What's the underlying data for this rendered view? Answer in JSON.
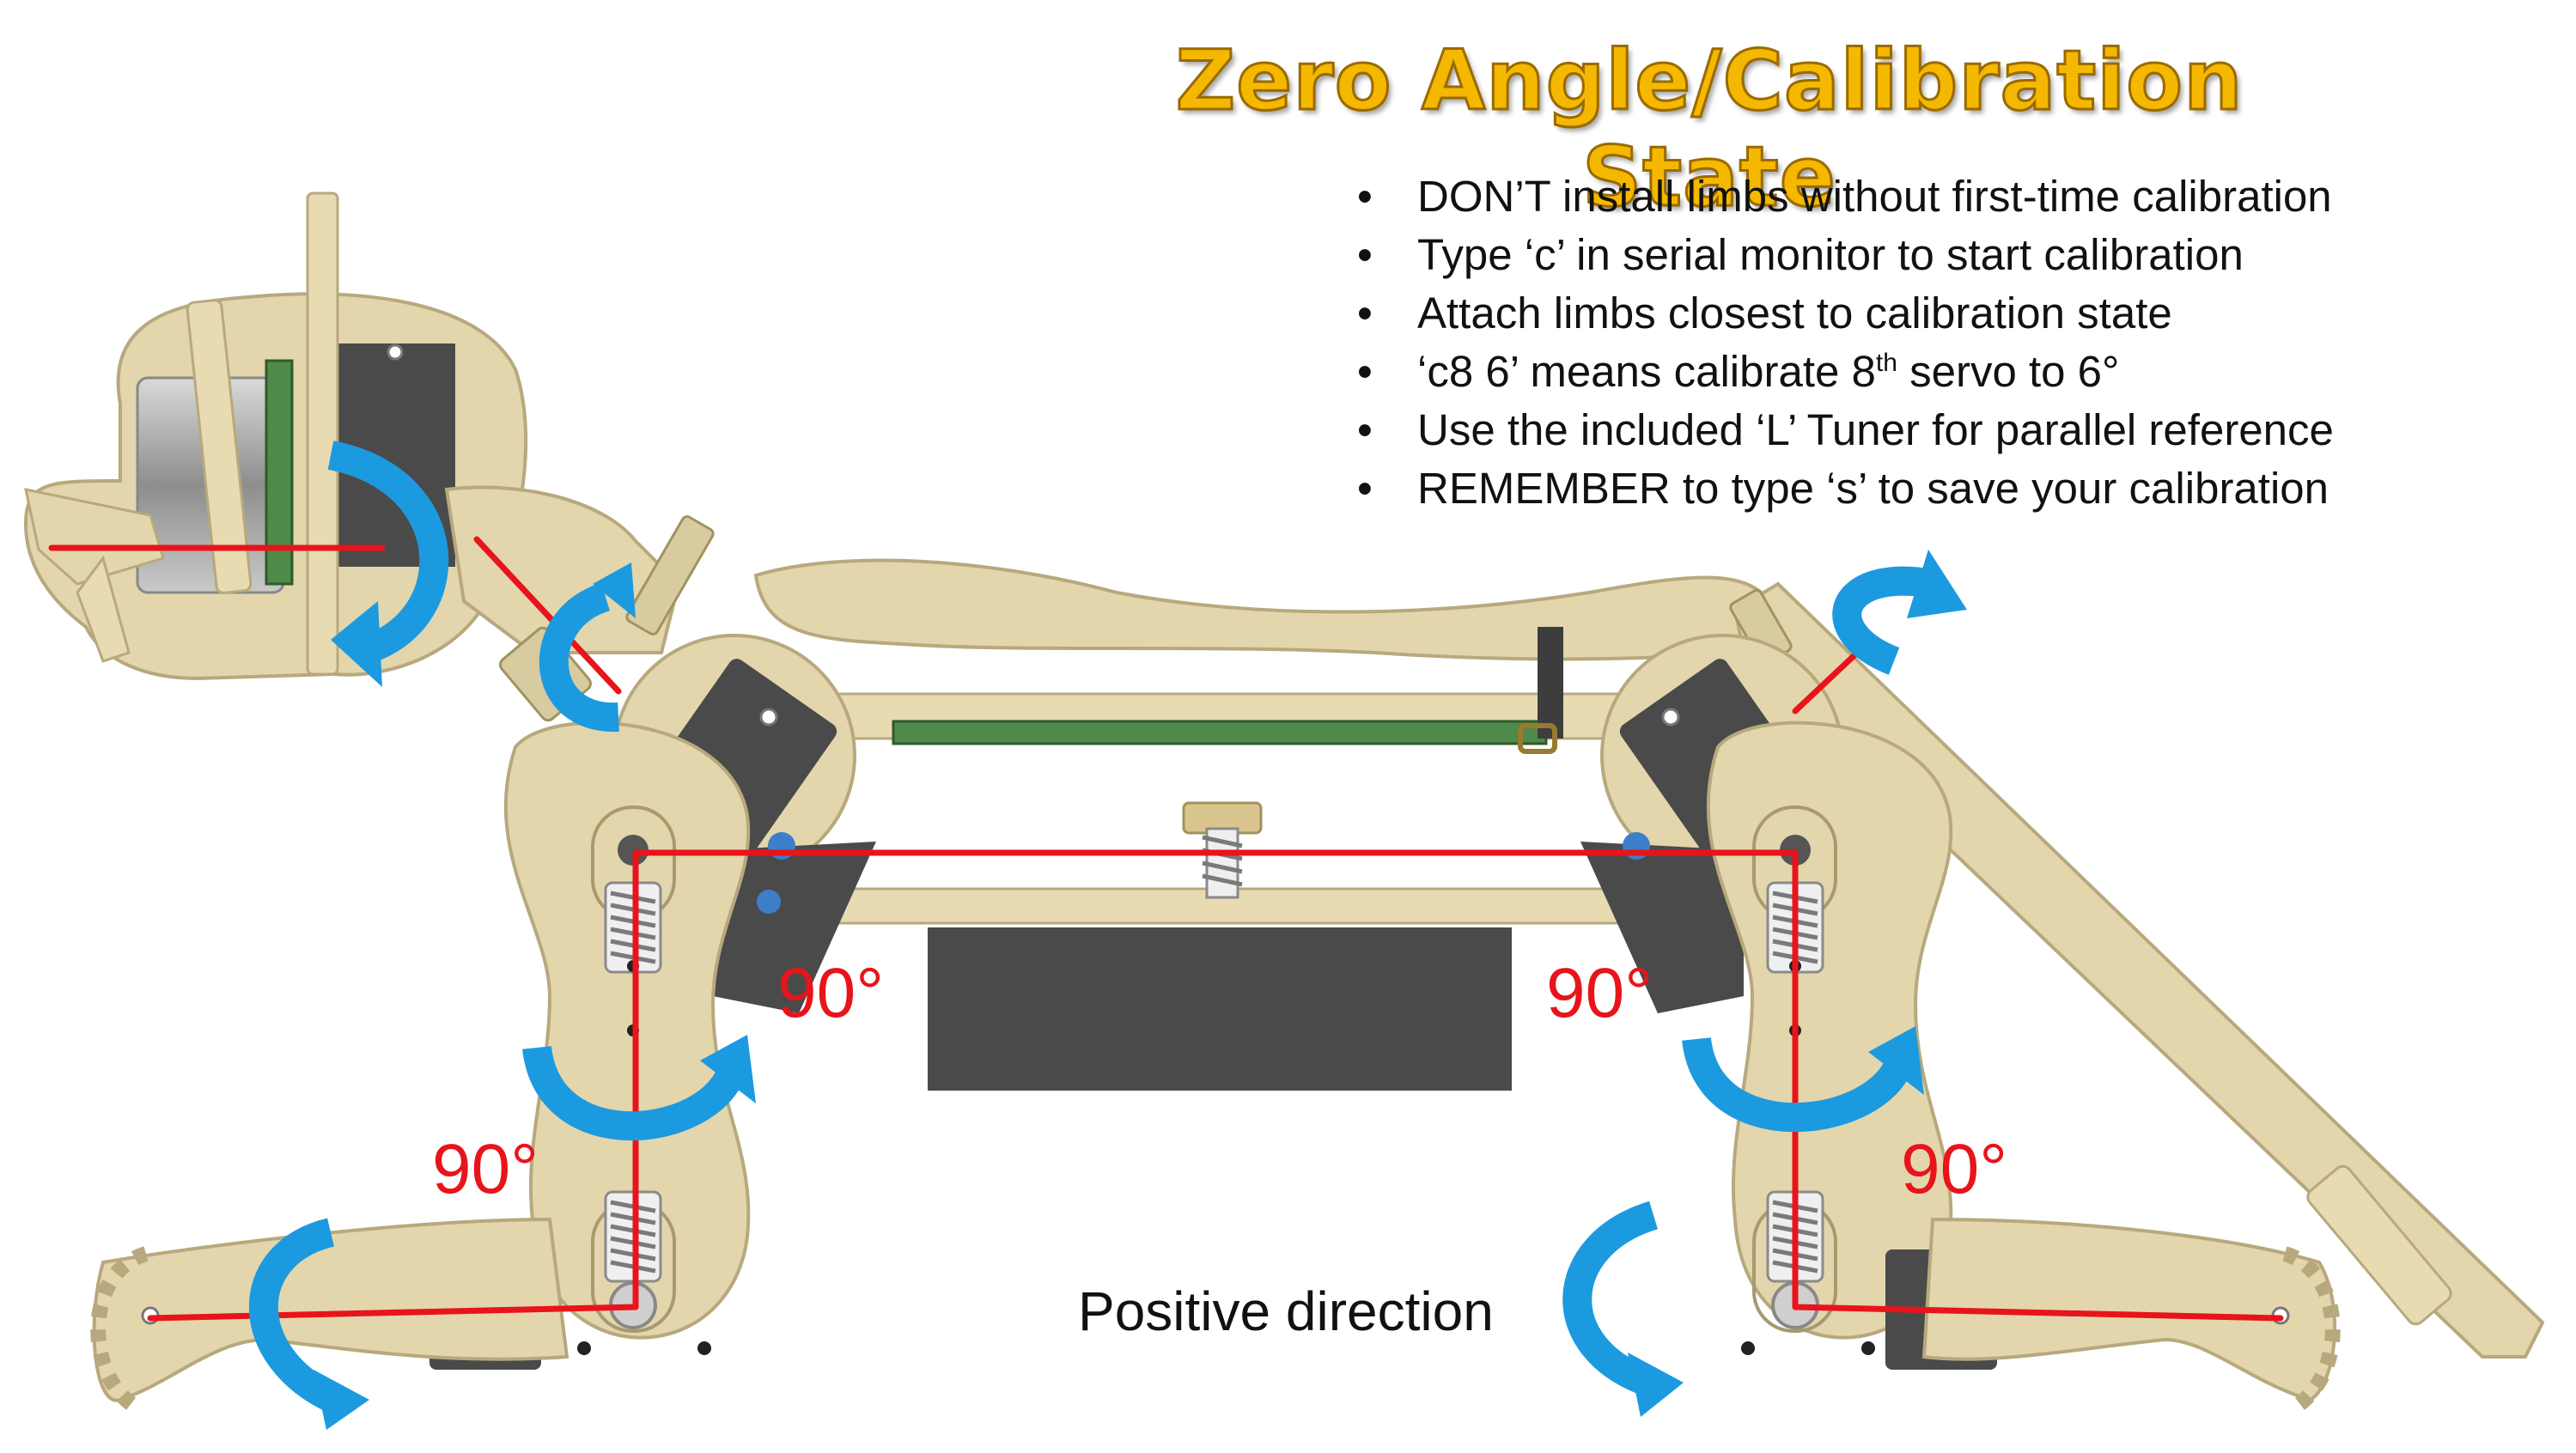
{
  "title": "Zero Angle/Calibration State",
  "notes": [
    {
      "text": "DON’T install limbs without first-time calibration"
    },
    {
      "text": "Type ‘c’ in serial monitor to start calibration"
    },
    {
      "text": "Attach limbs closest to calibration state"
    },
    {
      "pre": "‘c8 6’ means calibrate 8",
      "sup": "th",
      "post": " servo to 6°"
    },
    {
      "text": "Use the included ‘L’ Tuner for parallel reference"
    },
    {
      "text": "REMEMBER to type ‘s’ to save your calibration"
    }
  ],
  "angle_labels": {
    "front_upper": "90°",
    "rear_upper": "90°",
    "front_lower": "90°",
    "rear_lower": "90°"
  },
  "legend_text": "Positive direction",
  "colors": {
    "title": "#f5b800",
    "title_outline": "#9a6a00",
    "wood": "#e3d6ac",
    "wood_edge": "#b7a97d",
    "servo": "#4a4a4a",
    "board": "#4f8a4a",
    "reference_line": "#e8141b",
    "rotation_arrow": "#1c9ae0",
    "label_red": "#e8141b"
  },
  "icons": [
    "rotation-arrow-icon"
  ]
}
